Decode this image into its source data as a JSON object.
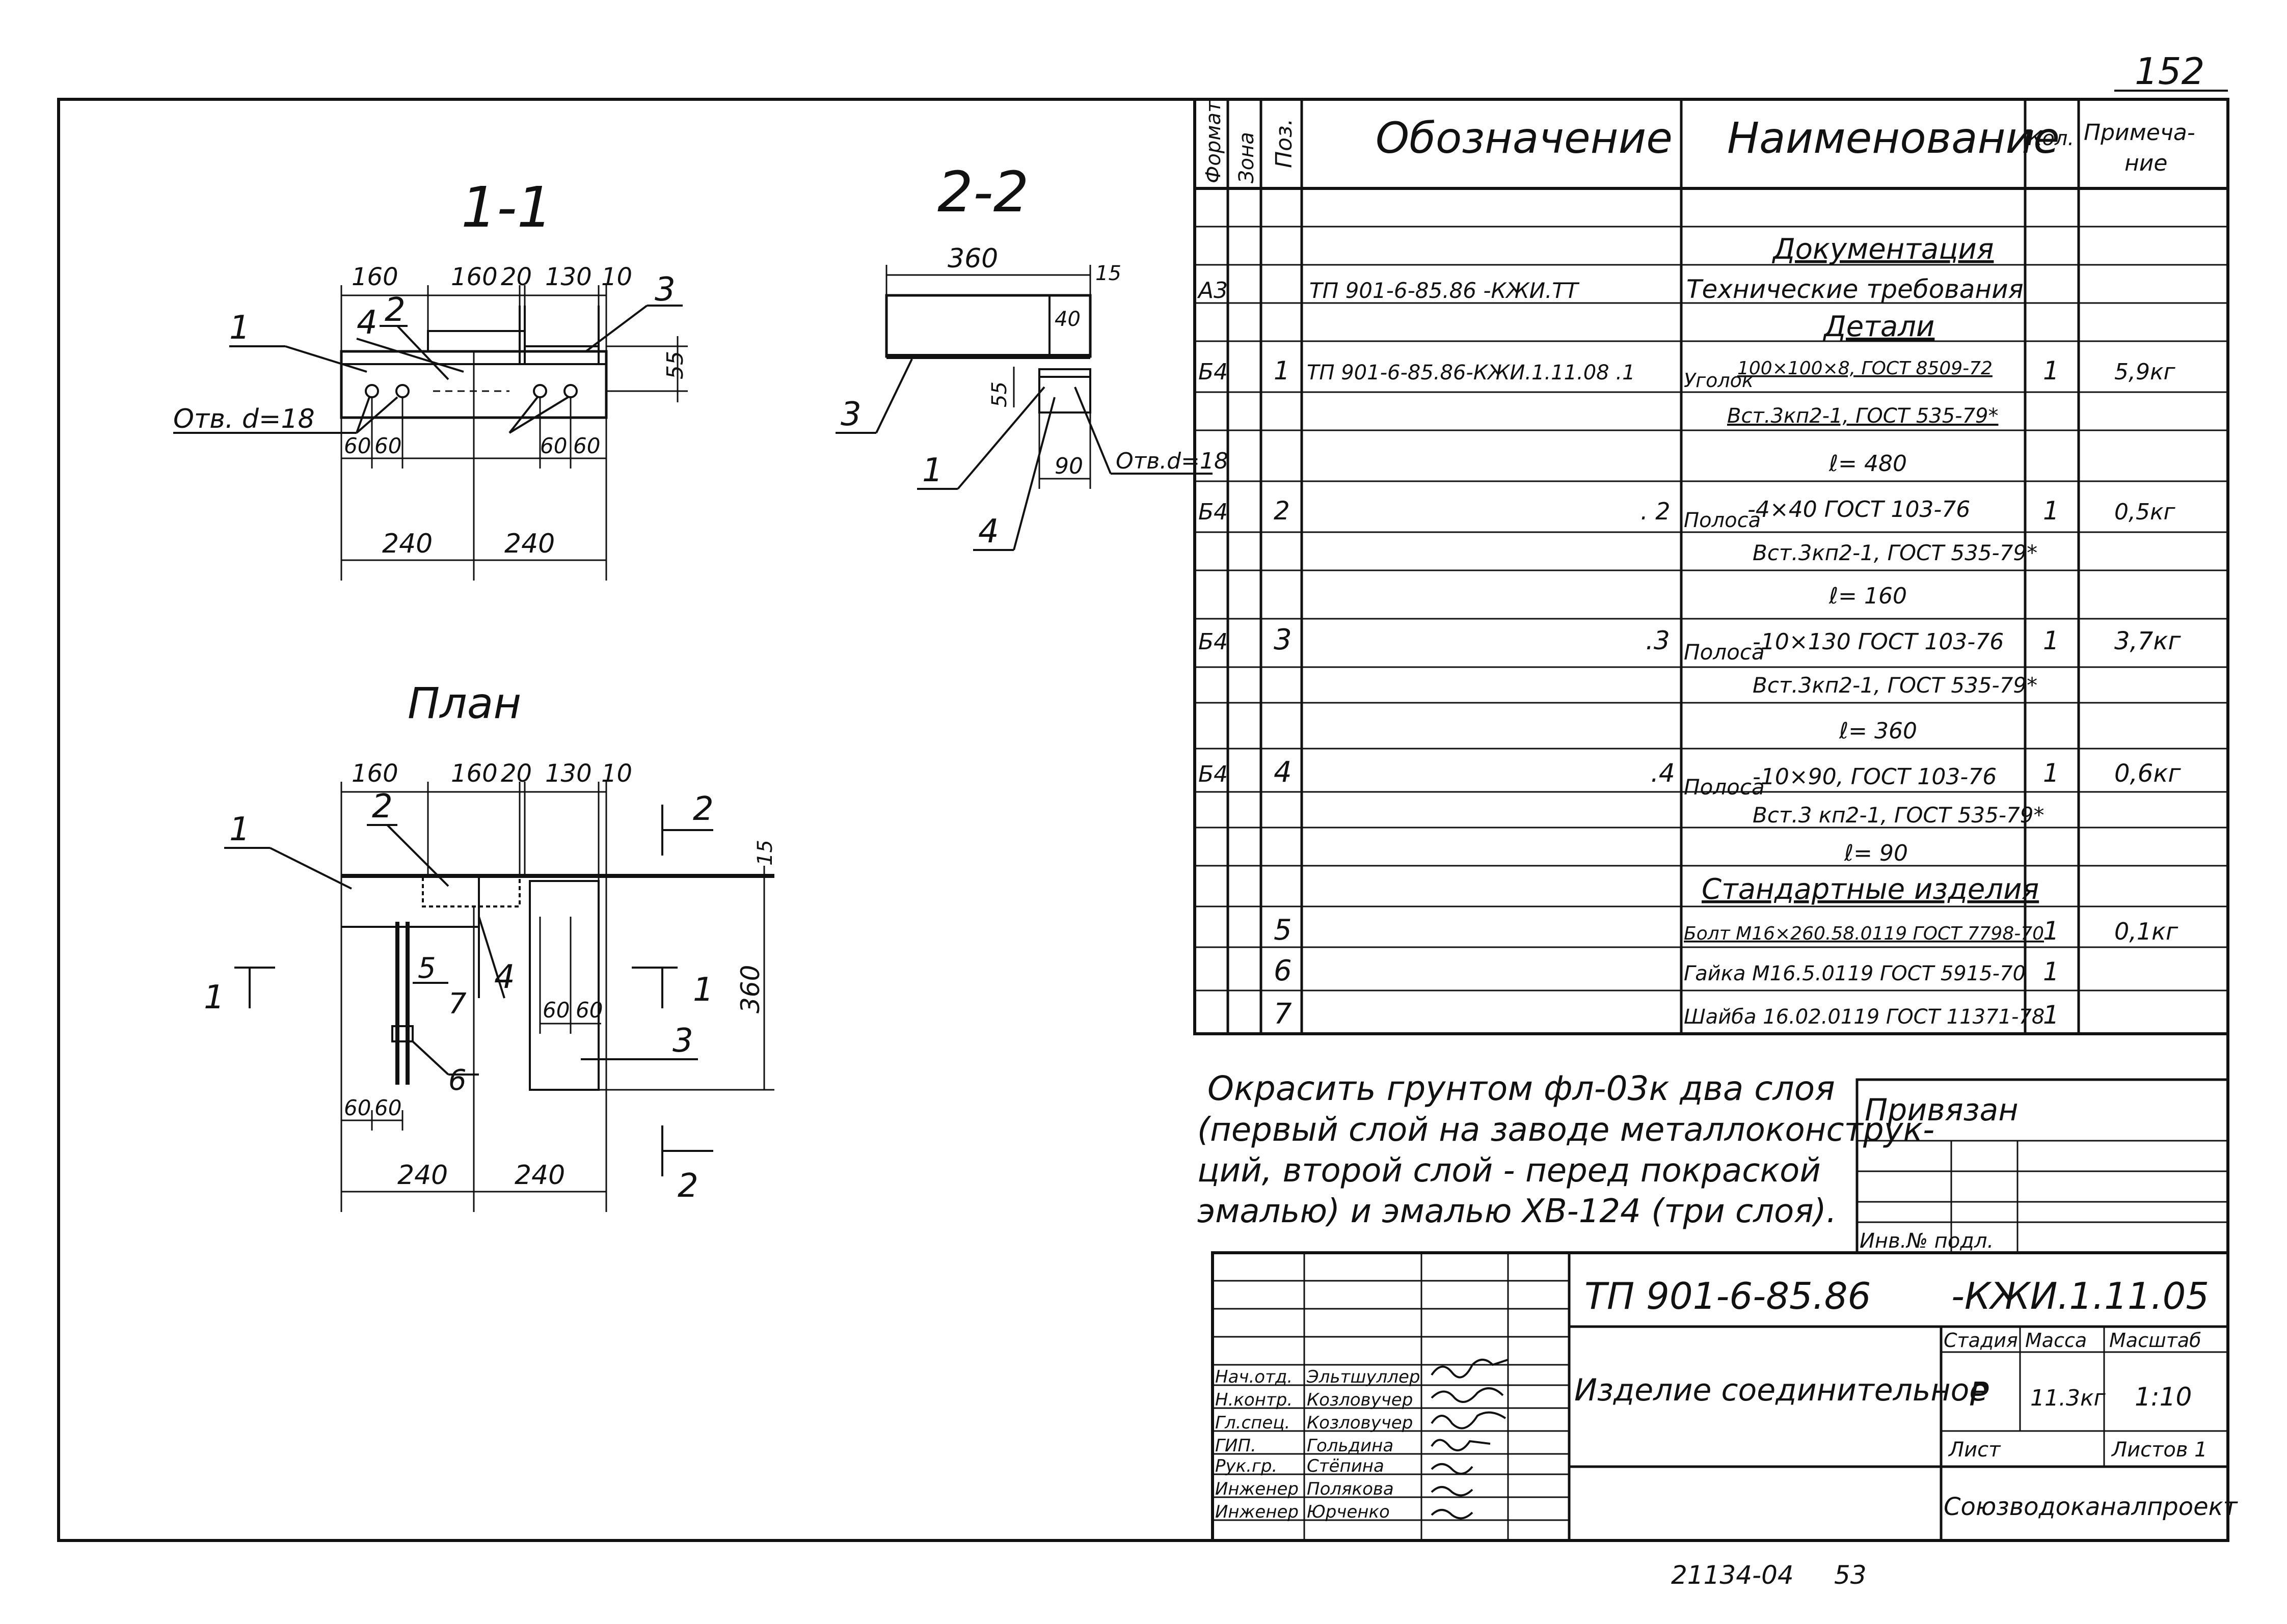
{
  "sheet_no": "152",
  "views": {
    "section11": {
      "title": "1-1",
      "dims_top": [
        "160",
        "160",
        "20",
        "130",
        "10"
      ],
      "dims_bottom_small": [
        "60",
        "60",
        "60",
        "60"
      ],
      "dims_bottom": [
        "240",
        "240"
      ],
      "side_dim": "55",
      "callouts": [
        "1",
        "2",
        "3",
        "4"
      ],
      "hole_label": "Отв. d=18"
    },
    "section22": {
      "title": "2-2",
      "dim_top": "360",
      "dim_15": "15",
      "dim_40": "40",
      "dim_55": "55",
      "dim_90": "90",
      "hole_label": "Отв.d=18",
      "callouts": [
        "3",
        "1",
        "4"
      ]
    },
    "plan": {
      "title": "План",
      "dims_top": [
        "160",
        "160",
        "20",
        "130",
        "10"
      ],
      "dims_small_left": [
        "60",
        "60"
      ],
      "dims_small_right": [
        "60",
        "60"
      ],
      "dims_bottom": [
        "240",
        "240"
      ],
      "dim_15": "15",
      "dim_360": "360",
      "callouts": [
        "1",
        "2",
        "3",
        "4",
        "5",
        "6",
        "7"
      ],
      "section_marks": {
        "s1_left": "1",
        "s1_right": "1",
        "s2_top": "2",
        "s2_bottom": "2"
      }
    }
  },
  "spec": {
    "headers": {
      "format": "Формат",
      "zone": "Зона",
      "pos": "Поз.",
      "designation": "Обозначение",
      "name": "Наименование",
      "qty": "Кол.",
      "note_l1": "Примеча-",
      "note_l2": "ние"
    },
    "sec_docs": "Документация",
    "doc_row": {
      "format": "А3",
      "designation": "ТП 901-6-85.86 -КЖИ.ТТ",
      "name": "Технические требования"
    },
    "sec_parts": "Детали",
    "items": [
      {
        "format": "Б4",
        "pos": "1",
        "designation": "ТП 901-6-85.86-КЖИ.1.11.08 .1",
        "prefix": "Уголок",
        "l1": "100×100×8, ГОСТ 8509-72",
        "l2": "Вст.3кп2-1, ГОСТ 535-79*",
        "l3": "ℓ= 480",
        "qty": "1",
        "note": "5,9кг"
      },
      {
        "format": "Б4",
        "pos": "2",
        "designation": ". 2",
        "prefix": "Полоса",
        "l1": "-4×40 ГОСТ 103-76",
        "l2": "Вст.3кп2-1, ГОСТ 535-79*",
        "l3": "ℓ= 160",
        "qty": "1",
        "note": "0,5кг"
      },
      {
        "format": "Б4",
        "pos": "3",
        "designation": ".3",
        "prefix": "Полоса",
        "l1": "-10×130 ГОСТ 103-76",
        "l2": "Вст.3кп2-1, ГОСТ 535-79*",
        "l3": "ℓ= 360",
        "qty": "1",
        "note": "3,7кг"
      },
      {
        "format": "Б4",
        "pos": "4",
        "designation": ".4",
        "prefix": "Полоса",
        "l1": "-10×90, ГОСТ 103-76",
        "l2": "Вст.3 кп2-1, ГОСТ 535-79*",
        "l3": "ℓ= 90",
        "qty": "1",
        "note": "0,6кг"
      }
    ],
    "sec_std": "Стандартные изделия",
    "std_items": [
      {
        "pos": "5",
        "name": "Болт М16×260.58.0119 ГОСТ 7798-70",
        "qty": "1",
        "note": "0,1кг"
      },
      {
        "pos": "6",
        "name": "Гайка М16.5.0119 ГОСТ 5915-70",
        "qty": "1",
        "note": ""
      },
      {
        "pos": "7",
        "name": "Шайба 16.02.0119 ГОСТ 11371-78",
        "qty": "1",
        "note": ""
      }
    ]
  },
  "notes": [
    "Окрасить грунтом фл-03к два слоя",
    "(первый слой на заводе металлоконструк-",
    "ций, второй слой - перед покраской",
    "эмалью) и эмалью ХВ-124 (три слоя)."
  ],
  "binding": {
    "title": "Привязан",
    "inv_label": "Инв.№ подл."
  },
  "title_block": {
    "code_left": "ТП 901-6-85.86",
    "code_right": "-КЖИ.1.11.05",
    "item_name": "Изделие соединительное",
    "col_stage": "Стадия",
    "col_mass": "Масса",
    "col_scale": "Масштаб",
    "stage": "Р",
    "mass": "11.3кг",
    "scale": "1:10",
    "sheet_label": "Лист",
    "sheets_label": "Листов 1",
    "org": "Союзводоканалпроект",
    "roles": [
      {
        "role": "Нач.отд.",
        "name": "Эльтшуллер"
      },
      {
        "role": "Н.контр.",
        "name": "Козловучер"
      },
      {
        "role": "Гл.спец.",
        "name": "Козловучер"
      },
      {
        "role": "ГИП.",
        "name": "Гольдина"
      },
      {
        "role": "Рук.гр.",
        "name": "Стёпина"
      },
      {
        "role": "Инженер",
        "name": "Полякова"
      },
      {
        "role": "Инженер",
        "name": "Юрченко"
      }
    ]
  },
  "footer": {
    "code": "21134-04",
    "page": "53"
  }
}
